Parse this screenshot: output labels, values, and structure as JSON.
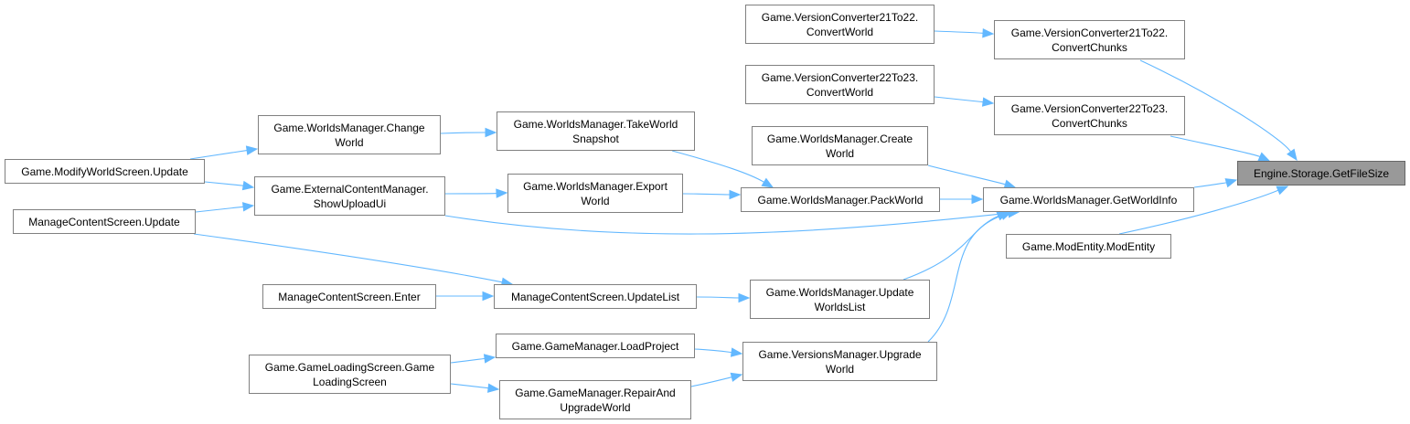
{
  "graph": {
    "title": "Caller graph of Engine.Storage.GetFileSize",
    "edge_color": "#63b8ff",
    "target_fill": "#999999",
    "nodes": [
      {
        "id": "getfilesize",
        "label": "Engine.Storage.GetFileSize",
        "is_target": true
      },
      {
        "id": "vc2122_chunks",
        "label": "Game.VersionConverter21To22.\nConvertChunks"
      },
      {
        "id": "vc2223_chunks",
        "label": "Game.VersionConverter22To23.\nConvertChunks"
      },
      {
        "id": "vc2122_world",
        "label": "Game.VersionConverter21To22.\nConvertWorld"
      },
      {
        "id": "vc2223_world",
        "label": "Game.VersionConverter22To23.\nConvertWorld"
      },
      {
        "id": "create_world",
        "label": "Game.WorldsManager.Create\nWorld"
      },
      {
        "id": "get_world_info",
        "label": "Game.WorldsManager.GetWorldInfo"
      },
      {
        "id": "mod_entity",
        "label": "Game.ModEntity.ModEntity"
      },
      {
        "id": "pack_world",
        "label": "Game.WorldsManager.PackWorld"
      },
      {
        "id": "take_snapshot",
        "label": "Game.WorldsManager.TakeWorld\nSnapshot"
      },
      {
        "id": "export_world",
        "label": "Game.WorldsManager.Export\nWorld"
      },
      {
        "id": "change_world",
        "label": "Game.WorldsManager.Change\nWorld"
      },
      {
        "id": "show_upload",
        "label": "Game.ExternalContentManager.\nShowUploadUi"
      },
      {
        "id": "modify_update",
        "label": "Game.ModifyWorldScreen.Update"
      },
      {
        "id": "manage_update",
        "label": "ManageContentScreen.Update"
      },
      {
        "id": "update_worlds_list",
        "label": "Game.WorldsManager.Update\nWorldsList"
      },
      {
        "id": "upgrade_world",
        "label": "Game.VersionsManager.Upgrade\nWorld"
      },
      {
        "id": "update_list",
        "label": "ManageContentScreen.UpdateList"
      },
      {
        "id": "manage_enter",
        "label": "ManageContentScreen.Enter"
      },
      {
        "id": "load_project",
        "label": "Game.GameManager.LoadProject"
      },
      {
        "id": "repair_upgrade",
        "label": "Game.GameManager.RepairAnd\nUpgradeWorld"
      },
      {
        "id": "game_loading",
        "label": "Game.GameLoadingScreen.Game\nLoadingScreen"
      }
    ],
    "edges": [
      {
        "from": "vc2122_chunks",
        "to": "getfilesize"
      },
      {
        "from": "vc2223_chunks",
        "to": "getfilesize"
      },
      {
        "from": "get_world_info",
        "to": "getfilesize"
      },
      {
        "from": "mod_entity",
        "to": "getfilesize"
      },
      {
        "from": "vc2122_world",
        "to": "vc2122_chunks"
      },
      {
        "from": "vc2223_world",
        "to": "vc2223_chunks"
      },
      {
        "from": "create_world",
        "to": "get_world_info"
      },
      {
        "from": "pack_world",
        "to": "get_world_info"
      },
      {
        "from": "show_upload",
        "to": "get_world_info"
      },
      {
        "from": "update_worlds_list",
        "to": "get_world_info"
      },
      {
        "from": "upgrade_world",
        "to": "get_world_info"
      },
      {
        "from": "take_snapshot",
        "to": "pack_world"
      },
      {
        "from": "export_world",
        "to": "pack_world"
      },
      {
        "from": "change_world",
        "to": "take_snapshot"
      },
      {
        "from": "show_upload",
        "to": "export_world"
      },
      {
        "from": "modify_update",
        "to": "change_world"
      },
      {
        "from": "modify_update",
        "to": "show_upload"
      },
      {
        "from": "manage_update",
        "to": "show_upload"
      },
      {
        "from": "manage_update",
        "to": "update_list"
      },
      {
        "from": "manage_enter",
        "to": "update_list"
      },
      {
        "from": "update_list",
        "to": "update_worlds_list"
      },
      {
        "from": "load_project",
        "to": "upgrade_world"
      },
      {
        "from": "repair_upgrade",
        "to": "upgrade_world"
      },
      {
        "from": "game_loading",
        "to": "load_project"
      },
      {
        "from": "game_loading",
        "to": "repair_upgrade"
      }
    ]
  }
}
